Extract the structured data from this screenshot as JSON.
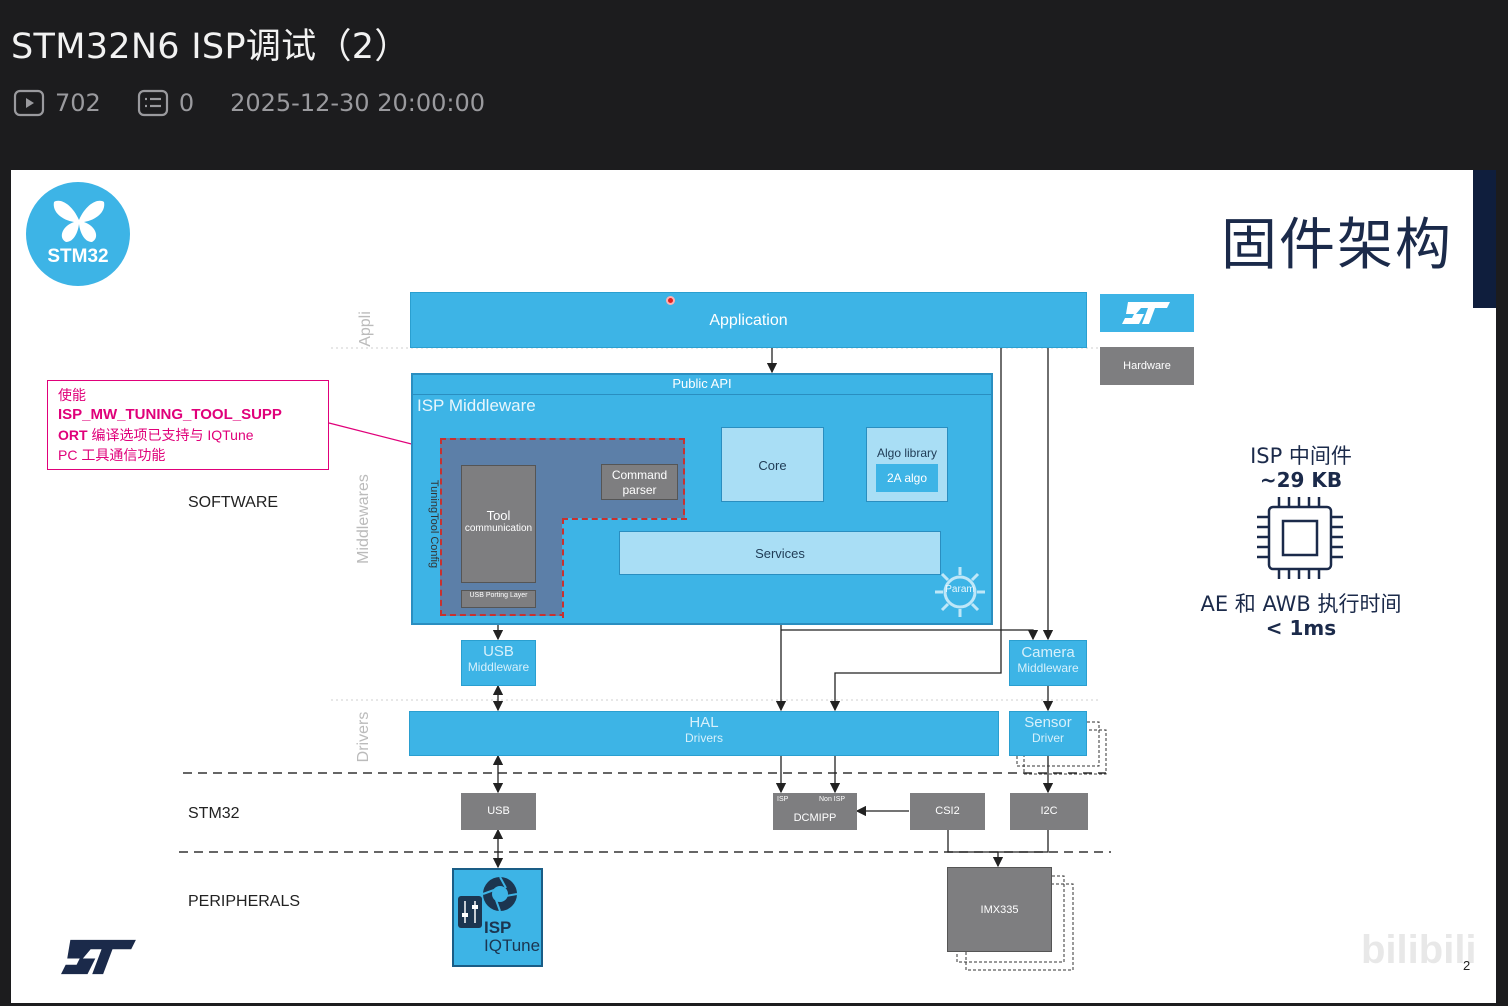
{
  "video": {
    "title": "STM32N6 ISP调试（2）",
    "views": "702",
    "comments": "0",
    "date": "2025-12-30 20:00:00"
  },
  "slide": {
    "logo_text": "STM32",
    "heading": "固件架构",
    "page_number": "2",
    "watermark": "bilibili",
    "layers": {
      "appli": "Appli",
      "middlewares": "Middlewares",
      "drivers": "Drivers",
      "software": "SOFTWARE",
      "stm32": "STM32",
      "peripherals": "PERIPHERALS"
    },
    "boxes": {
      "application": "Application",
      "hardware": "Hardware",
      "public_api": "Public API",
      "isp_middleware": "ISP Middleware",
      "core": "Core",
      "algo_library": "Algo library",
      "algo_2a": "2A algo",
      "command_parser": "Command parser",
      "tool_communication_1": "Tool",
      "tool_communication_2": "communication",
      "usb_porting": "USB Porting Layer",
      "tuningtool_config": "TuningTool Config",
      "services": "Services",
      "param": "Param",
      "usb_middleware_1": "USB",
      "usb_middleware_2": "Middleware",
      "camera_middleware_1": "Camera",
      "camera_middleware_2": "Middleware",
      "hal_1": "HAL",
      "hal_2": "Drivers",
      "sensor_1": "Sensor",
      "sensor_2": "Driver",
      "usb": "USB",
      "isp": "ISP",
      "non_isp": "Non ISP",
      "dcmipp": "DCMIPP",
      "csi2": "CSI2",
      "i2c": "I2C",
      "imx335": "IMX335",
      "iqtune_1": "ISP",
      "iqtune_2": "IQTune"
    },
    "callout": {
      "line1": "使能",
      "line2": "ISP_MW_TUNING_TOOL_SUPP",
      "line3a": "ORT",
      "line3b": " 编译选项已支持与 IQTune",
      "line4": "PC 工具通信功能"
    },
    "stats": {
      "label": "ISP 中间件",
      "size": "~29 KB",
      "exec_label": "AE 和 AWB 执行时间",
      "exec_value": "< 1ms"
    },
    "colors": {
      "blue": "#3db4e6",
      "gray": "#7e7e80",
      "navy": "#1b2a4a",
      "magenta": "#e0007a",
      "dashed_red": "#c8312f"
    }
  }
}
